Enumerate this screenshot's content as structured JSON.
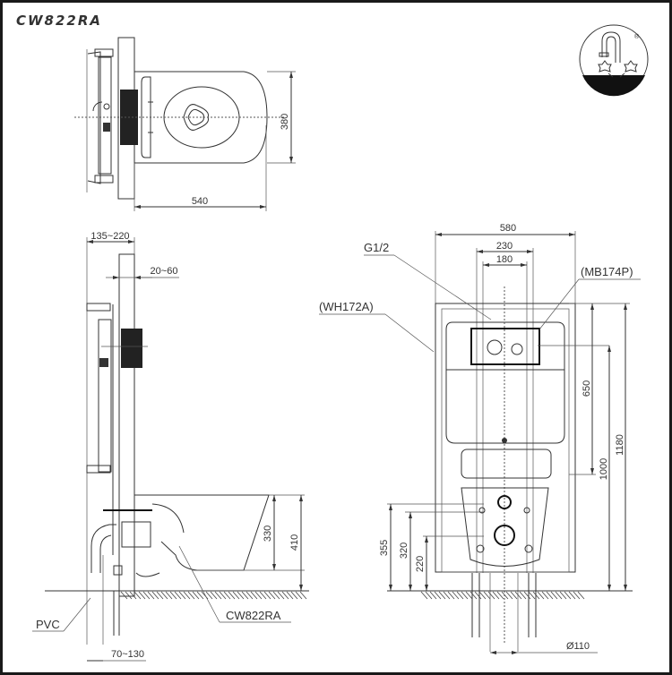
{
  "title": "CW822RA",
  "logo": {
    "icon": "water-saving-faucet-icon",
    "registered_mark": "®"
  },
  "top_view": {
    "width_dim": "540",
    "depth_dim": "380"
  },
  "side_view": {
    "wall_depth_dim": "135~220",
    "wall_finish_dim": "20~60",
    "seat_height_dim": "410",
    "bowl_height_dim": "330",
    "pipe_offset_dim": "70~130",
    "pvc_label": "PVC",
    "bowl_label": "CW822RA"
  },
  "front_view": {
    "frame_width_dim": "580",
    "inner_width_dim": "230",
    "plate_width_dim": "180",
    "frame_label": "(WH172A)",
    "plate_label": "(MB174P)",
    "inlet_label": "G1/2",
    "total_height_dim": "1180",
    "bolt_height_dim": "1000",
    "plate_offset_dim": "650",
    "water_inlet_height_dim": "355",
    "bolt_spacing_height_dim": "320",
    "drain_height_dim": "220",
    "drain_diameter_dim": "Ø110"
  }
}
